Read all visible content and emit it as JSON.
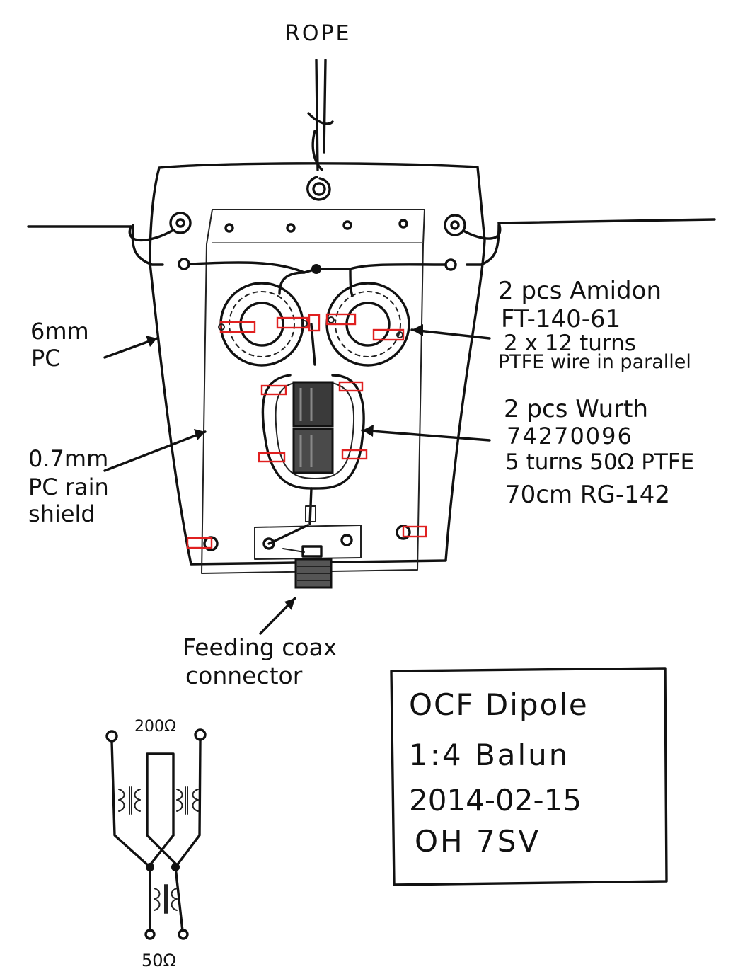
{
  "labels": {
    "rope": "ROPE",
    "pc_thickness": "6mm",
    "pc_material": "PC",
    "shield_thickness": "0.7mm",
    "shield_line1": "PC rain",
    "shield_line2": "shield",
    "toroid_line1": "2 pcs Amidon",
    "toroid_line2": "FT-140-61",
    "toroid_line3": "2 x 12 turns",
    "toroid_line4": "PTFE wire in parallel",
    "wurth_line1": "2 pcs Wurth",
    "wurth_line2": "74270096",
    "wurth_line3": "5 turns 50Ω PTFE",
    "wurth_line4": "70cm RG-142",
    "coax_line1": "Feeding coax",
    "coax_line2": "connector"
  },
  "title_box": {
    "line1": "OCF Dipole",
    "line2": "1:4 Balun",
    "line3": "2014-02-15",
    "line4": "OH 7SV"
  },
  "schematic": {
    "top_impedance": "200Ω",
    "bottom_impedance": "50Ω"
  }
}
